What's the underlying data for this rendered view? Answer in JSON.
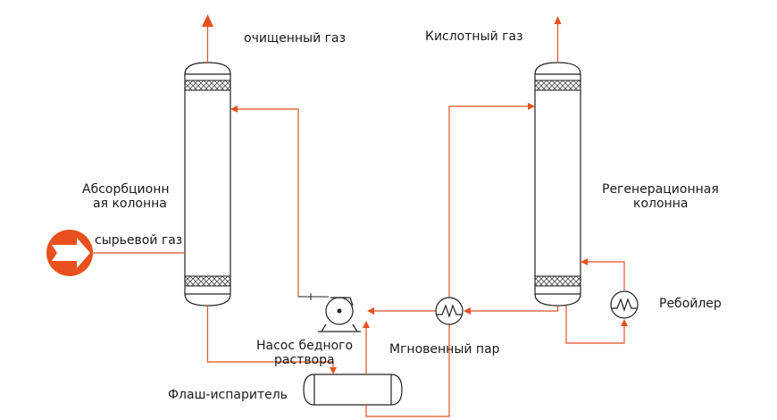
{
  "colors": {
    "flow": "#e8501e",
    "equipment": "#222222",
    "packing": "#555555"
  },
  "labels": {
    "clean_gas": "очищенный газ",
    "acid_gas": "Кислотный газ",
    "absorber_line1": "Абсорбционн",
    "absorber_line2": "ая колонна",
    "regenerator_line1": "Регенерационная",
    "regenerator_line2": "колонна",
    "feed_gas": "сырьевой газ",
    "reboiler": "Ребойлер",
    "pump_line1": "Насос бедного",
    "pump_line2": "раствора",
    "flash_vapor": "Мгновенный пар",
    "flash_drum": "Флаш-испаритель"
  },
  "icons": {
    "feed": "arrow-circle-right-icon",
    "pump": "centrifugal-pump-icon",
    "heat_exchanger": "heat-exchanger-icon",
    "reboiler": "reboiler-icon"
  }
}
